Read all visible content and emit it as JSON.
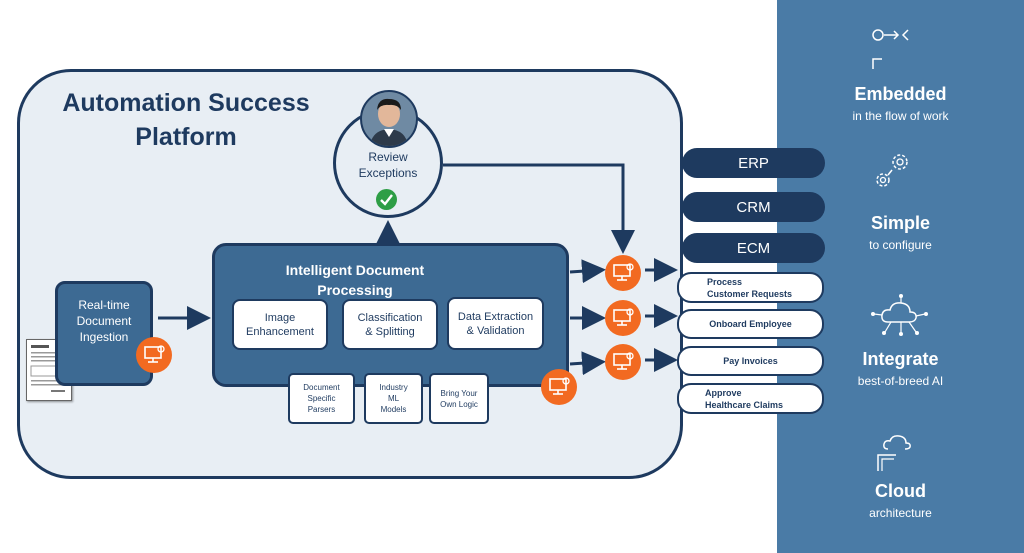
{
  "platform": {
    "title_line1": "Automation Success",
    "title_line2": "Platform"
  },
  "ingestion": {
    "label": "Real-time Document Ingestion"
  },
  "idp": {
    "title_line1": "Intelligent Document",
    "title_line2": "Processing",
    "modules": [
      {
        "label": "Image\nEnhancement"
      },
      {
        "label": "Classification\n& Splitting"
      },
      {
        "label": "Data Extraction\n& Validation"
      }
    ],
    "models": [
      {
        "label": "Document\nSpecific\nParsers"
      },
      {
        "label": "Industry\nML\nModels"
      },
      {
        "label": "Bring Your\nOwn Logic"
      }
    ]
  },
  "review": {
    "label": "Review\nExceptions"
  },
  "systems": [
    "ERP",
    "CRM",
    "ECM"
  ],
  "workflows": [
    {
      "line1": "Process",
      "line2": "Customer Requests"
    },
    {
      "line1": "Onboard Employee",
      "line2": ""
    },
    {
      "line1": "Pay Invoices",
      "line2": ""
    },
    {
      "line1": "Approve",
      "line2": "Healthcare Claims"
    }
  ],
  "features": [
    {
      "title": "Embedded",
      "subtitle": "in the flow of work",
      "icon": "workflow-icon"
    },
    {
      "title": "Simple",
      "subtitle": "to configure",
      "icon": "gears-icon"
    },
    {
      "title": "Integrate",
      "subtitle": "best-of-breed AI",
      "icon": "cloud-network-icon"
    },
    {
      "title": "Cloud",
      "subtitle": "architecture",
      "icon": "cloud-icon"
    }
  ],
  "colors": {
    "navy": "#1e3a5f",
    "blue": "#3d6a93",
    "panel": "#4a7ba6",
    "orange": "#f26a21",
    "platform_bg": "#e8eef4",
    "check": "#2e9e46"
  }
}
